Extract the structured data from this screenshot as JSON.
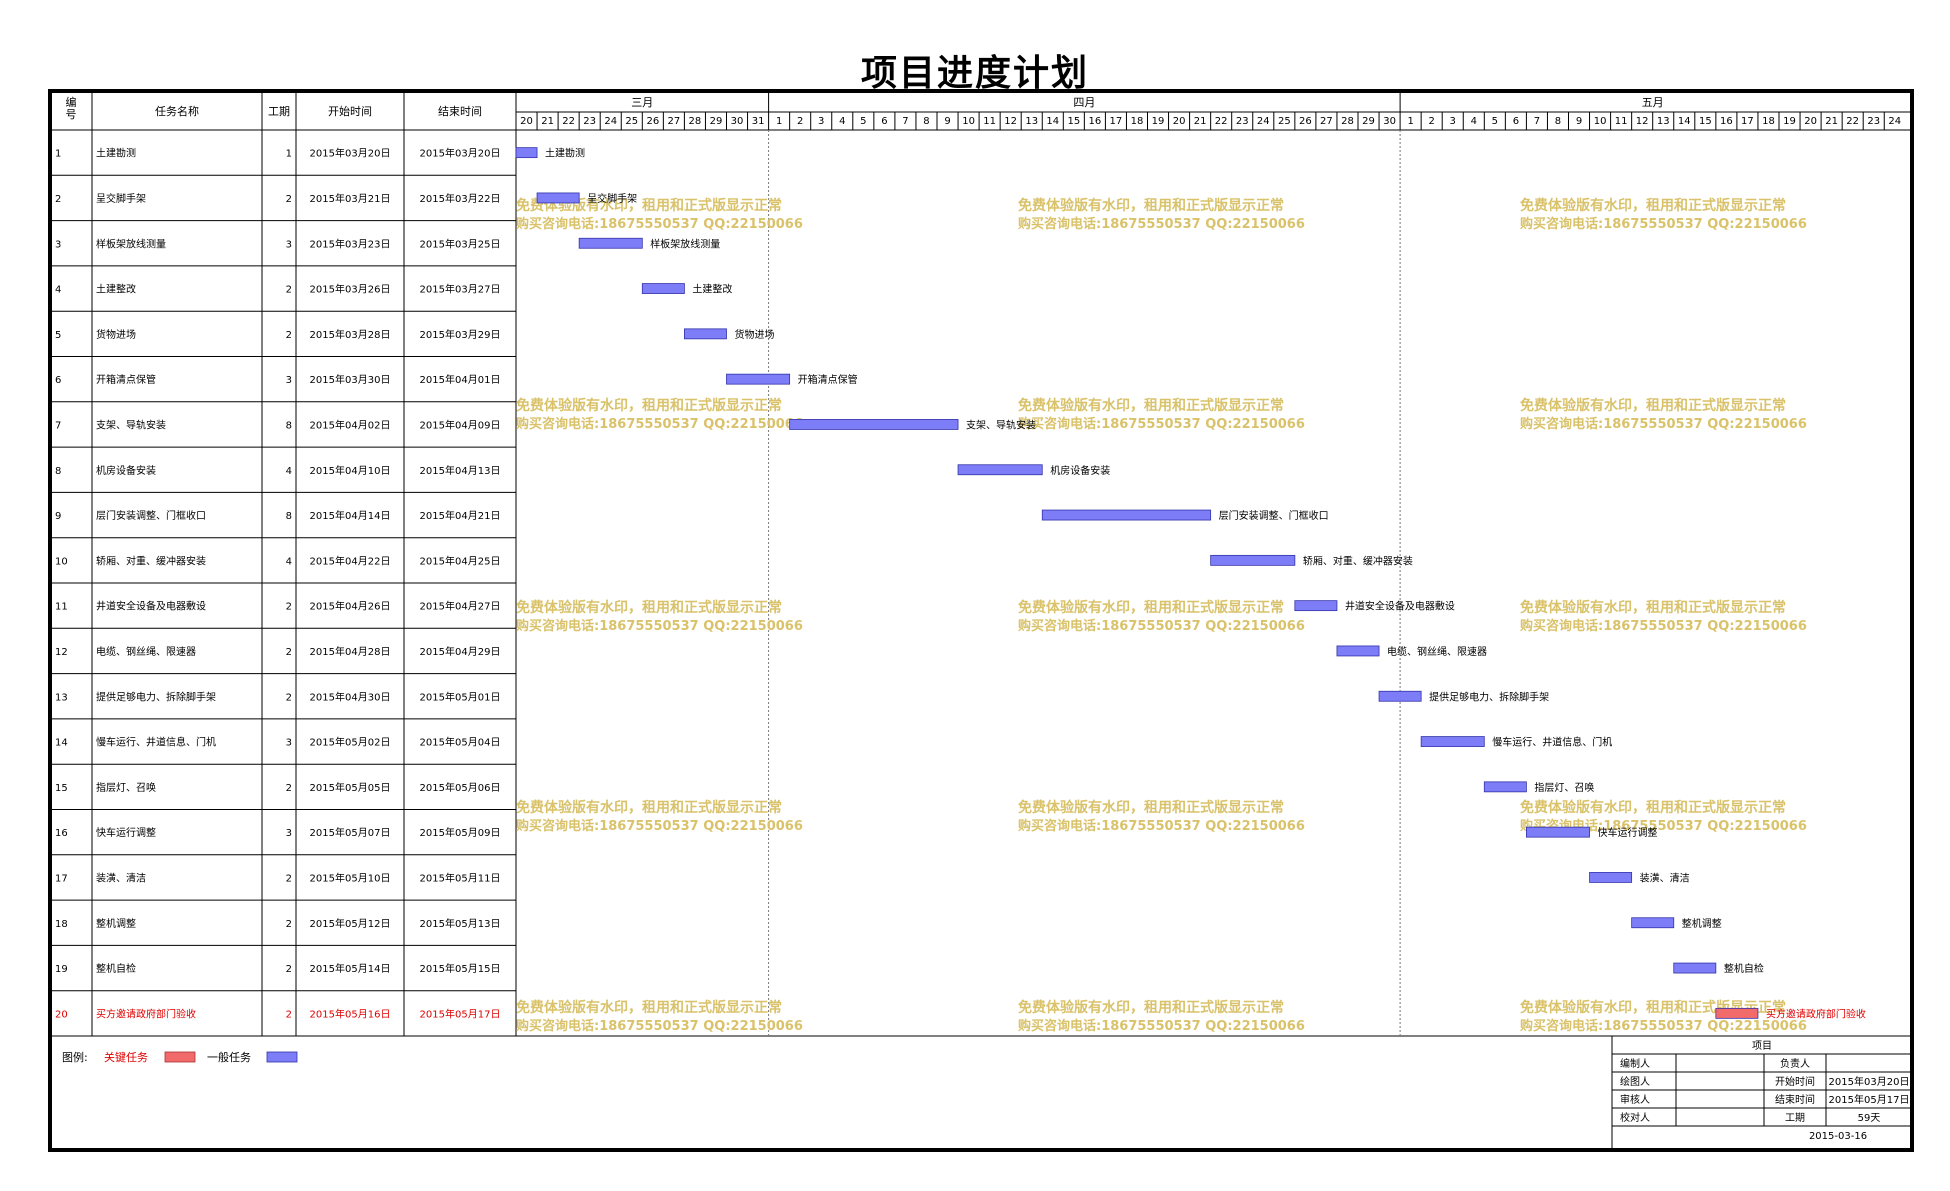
{
  "title": "项目进度计划",
  "colors": {
    "normal_bar": "#7d7df7",
    "critical_bar": "#f26b6b",
    "critical_text": "#e00000",
    "watermark": "#d9c26a"
  },
  "table_headers": {
    "id": "编号",
    "name": "任务名称",
    "duration": "工期",
    "start": "开始时间",
    "end": "结束时间"
  },
  "timeline": {
    "months": [
      {
        "label": "三月",
        "days": [
          "20",
          "21",
          "22",
          "23",
          "24",
          "25",
          "26",
          "27",
          "28",
          "29",
          "30",
          "31"
        ]
      },
      {
        "label": "四月",
        "days": [
          "1",
          "2",
          "3",
          "4",
          "5",
          "6",
          "7",
          "8",
          "9",
          "10",
          "11",
          "12",
          "13",
          "14",
          "15",
          "16",
          "17",
          "18",
          "19",
          "20",
          "21",
          "22",
          "23",
          "24",
          "25",
          "26",
          "27",
          "28",
          "29",
          "30"
        ]
      },
      {
        "label": "五月",
        "days": [
          "1",
          "2",
          "3",
          "4",
          "5",
          "6",
          "7",
          "8",
          "9",
          "10",
          "11",
          "12",
          "13",
          "14",
          "15",
          "16",
          "17",
          "18",
          "19",
          "20",
          "21",
          "22",
          "23",
          "24"
        ]
      }
    ]
  },
  "chart_data": {
    "type": "gantt",
    "x_unit": "day",
    "x_range": [
      "2015-03-20",
      "2015-05-24"
    ],
    "tasks": [
      {
        "id": "1",
        "name": "土建勘测",
        "duration": "1",
        "start": "2015年03月20日",
        "end": "2015年03月20日",
        "start_day": 0,
        "days": 1,
        "critical": false
      },
      {
        "id": "2",
        "name": "呈交脚手架",
        "duration": "2",
        "start": "2015年03月21日",
        "end": "2015年03月22日",
        "start_day": 1,
        "days": 2,
        "critical": false
      },
      {
        "id": "3",
        "name": "样板架放线测量",
        "duration": "3",
        "start": "2015年03月23日",
        "end": "2015年03月25日",
        "start_day": 3,
        "days": 3,
        "critical": false
      },
      {
        "id": "4",
        "name": "土建整改",
        "duration": "2",
        "start": "2015年03月26日",
        "end": "2015年03月27日",
        "start_day": 6,
        "days": 2,
        "critical": false
      },
      {
        "id": "5",
        "name": "货物进场",
        "duration": "2",
        "start": "2015年03月28日",
        "end": "2015年03月29日",
        "start_day": 8,
        "days": 2,
        "critical": false
      },
      {
        "id": "6",
        "name": "开箱清点保管",
        "duration": "3",
        "start": "2015年03月30日",
        "end": "2015年04月01日",
        "start_day": 10,
        "days": 3,
        "critical": false
      },
      {
        "id": "7",
        "name": "支架、导轨安装",
        "duration": "8",
        "start": "2015年04月02日",
        "end": "2015年04月09日",
        "start_day": 13,
        "days": 8,
        "critical": false
      },
      {
        "id": "8",
        "name": "机房设备安装",
        "duration": "4",
        "start": "2015年04月10日",
        "end": "2015年04月13日",
        "start_day": 21,
        "days": 4,
        "critical": false
      },
      {
        "id": "9",
        "name": "层门安装调整、门框收口",
        "duration": "8",
        "start": "2015年04月14日",
        "end": "2015年04月21日",
        "start_day": 25,
        "days": 8,
        "critical": false
      },
      {
        "id": "10",
        "name": "轿厢、对重、缓冲器安装",
        "duration": "4",
        "start": "2015年04月22日",
        "end": "2015年04月25日",
        "start_day": 33,
        "days": 4,
        "critical": false
      },
      {
        "id": "11",
        "name": "井道安全设备及电器敷设",
        "duration": "2",
        "start": "2015年04月26日",
        "end": "2015年04月27日",
        "start_day": 37,
        "days": 2,
        "critical": false
      },
      {
        "id": "12",
        "name": "电缆、钢丝绳、限速器",
        "duration": "2",
        "start": "2015年04月28日",
        "end": "2015年04月29日",
        "start_day": 39,
        "days": 2,
        "critical": false
      },
      {
        "id": "13",
        "name": "提供足够电力、拆除脚手架",
        "duration": "2",
        "start": "2015年04月30日",
        "end": "2015年05月01日",
        "start_day": 41,
        "days": 2,
        "critical": false
      },
      {
        "id": "14",
        "name": "慢车运行、井道信息、门机",
        "duration": "3",
        "start": "2015年05月02日",
        "end": "2015年05月04日",
        "start_day": 43,
        "days": 3,
        "critical": false
      },
      {
        "id": "15",
        "name": "指层灯、召唤",
        "duration": "2",
        "start": "2015年05月05日",
        "end": "2015年05月06日",
        "start_day": 46,
        "days": 2,
        "critical": false
      },
      {
        "id": "16",
        "name": "快车运行调整",
        "duration": "3",
        "start": "2015年05月07日",
        "end": "2015年05月09日",
        "start_day": 48,
        "days": 3,
        "critical": false
      },
      {
        "id": "17",
        "name": "装潢、清洁",
        "duration": "2",
        "start": "2015年05月10日",
        "end": "2015年05月11日",
        "start_day": 51,
        "days": 2,
        "critical": false
      },
      {
        "id": "18",
        "name": "整机调整",
        "duration": "2",
        "start": "2015年05月12日",
        "end": "2015年05月13日",
        "start_day": 53,
        "days": 2,
        "critical": false
      },
      {
        "id": "19",
        "name": "整机自检",
        "duration": "2",
        "start": "2015年05月14日",
        "end": "2015年05月15日",
        "start_day": 55,
        "days": 2,
        "critical": false
      },
      {
        "id": "20",
        "name": "买方邀请政府部门验收",
        "duration": "2",
        "start": "2015年05月16日",
        "end": "2015年05月17日",
        "start_day": 57,
        "days": 2,
        "critical": true
      }
    ]
  },
  "legend": {
    "label": "图例:",
    "critical": "关键任务",
    "normal": "一般任务"
  },
  "watermark": {
    "line1": "免费体验版有水印，租用和正式版显示正常",
    "line2": "购买咨询电话:18675550537 QQ:22150066"
  },
  "info_box": {
    "header": "项目",
    "rows": [
      {
        "l1": "编制人",
        "v1": "",
        "l2": "负责人",
        "v2": ""
      },
      {
        "l1": "绘图人",
        "v1": "",
        "l2": "开始时间",
        "v2": "2015年03月20日"
      },
      {
        "l1": "审核人",
        "v1": "",
        "l2": "结束时间",
        "v2": "2015年05月17日"
      },
      {
        "l1": "校对人",
        "v1": "",
        "l2": "工期",
        "v2": "59天"
      }
    ],
    "date": "2015-03-16"
  }
}
